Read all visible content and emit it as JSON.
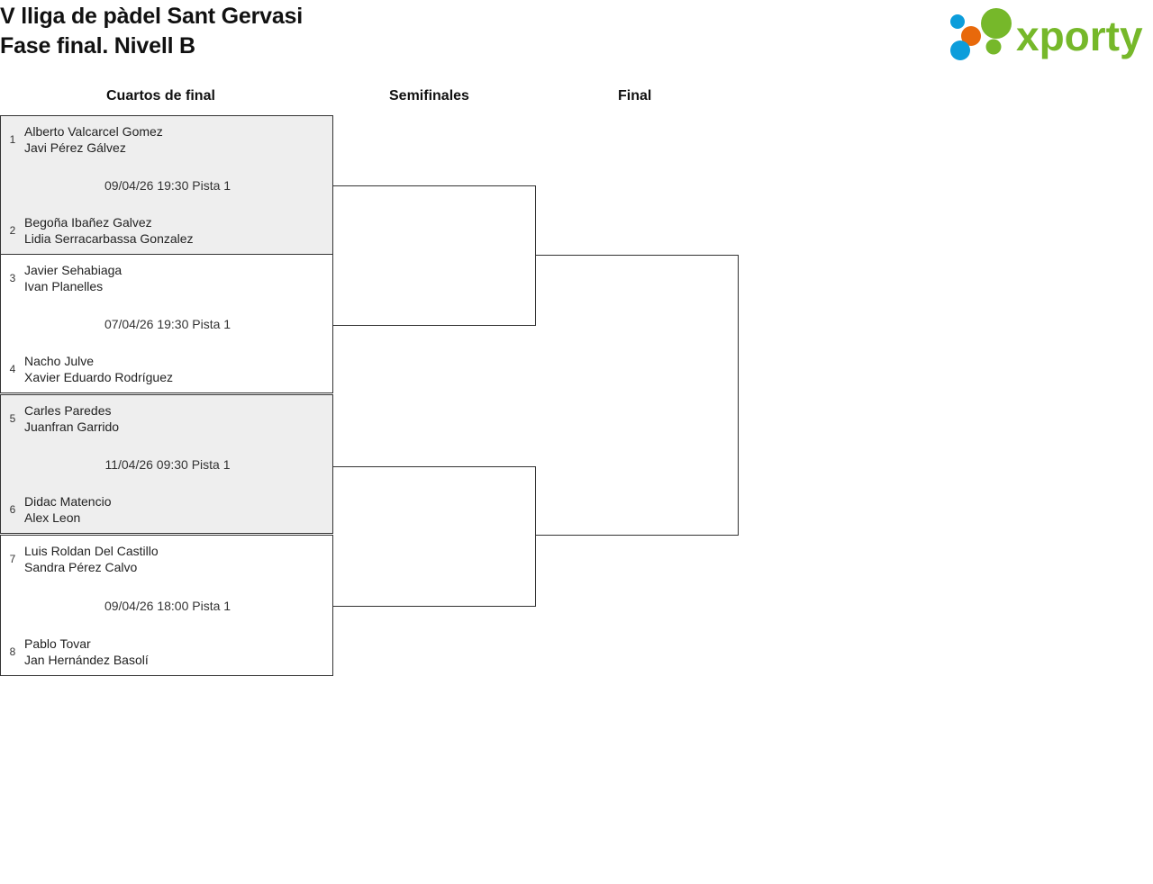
{
  "header": {
    "title": "V lliga de pàdel Sant Gervasi\nFase final. Nivell B",
    "logo_text": "xporty"
  },
  "colors": {
    "logo_green": "#76b82a",
    "logo_blue": "#0c9ddb",
    "logo_orange": "#e8690b",
    "shaded_row": "#eeeeee",
    "line": "#333333",
    "text": "#222222"
  },
  "rounds": [
    {
      "key": "quarterfinals",
      "label": "Cuartos de final"
    },
    {
      "key": "semifinals",
      "label": "Semifinales"
    },
    {
      "key": "final",
      "label": "Final"
    }
  ],
  "matches": [
    {
      "id": "qf1",
      "shaded": true,
      "info": "09/04/26 19:30 Pista 1",
      "teams": [
        {
          "seed": "1",
          "players": "Alberto Valcarcel Gomez\nJavi Pérez Gálvez"
        },
        {
          "seed": "2",
          "players": "Begoña Ibañez Galvez\nLidia Serracarbassa Gonzalez"
        }
      ]
    },
    {
      "id": "qf2",
      "shaded": false,
      "info": "07/04/26 19:30 Pista 1",
      "teams": [
        {
          "seed": "3",
          "players": "Javier Sehabiaga\nIvan Planelles"
        },
        {
          "seed": "4",
          "players": "Nacho Julve\nXavier Eduardo Rodríguez"
        }
      ]
    },
    {
      "id": "qf3",
      "shaded": true,
      "info": "11/04/26 09:30 Pista 1",
      "teams": [
        {
          "seed": "5",
          "players": "Carles Paredes\nJuanfran Garrido"
        },
        {
          "seed": "6",
          "players": "Didac Matencio\nAlex Leon"
        }
      ]
    },
    {
      "id": "qf4",
      "shaded": false,
      "info": "09/04/26 18:00 Pista 1",
      "teams": [
        {
          "seed": "7",
          "players": "Luis Roldan Del Castillo\nSandra Pérez Calvo"
        },
        {
          "seed": "8",
          "players": "Pablo Tovar\nJan Hernández Basolí"
        }
      ]
    }
  ]
}
